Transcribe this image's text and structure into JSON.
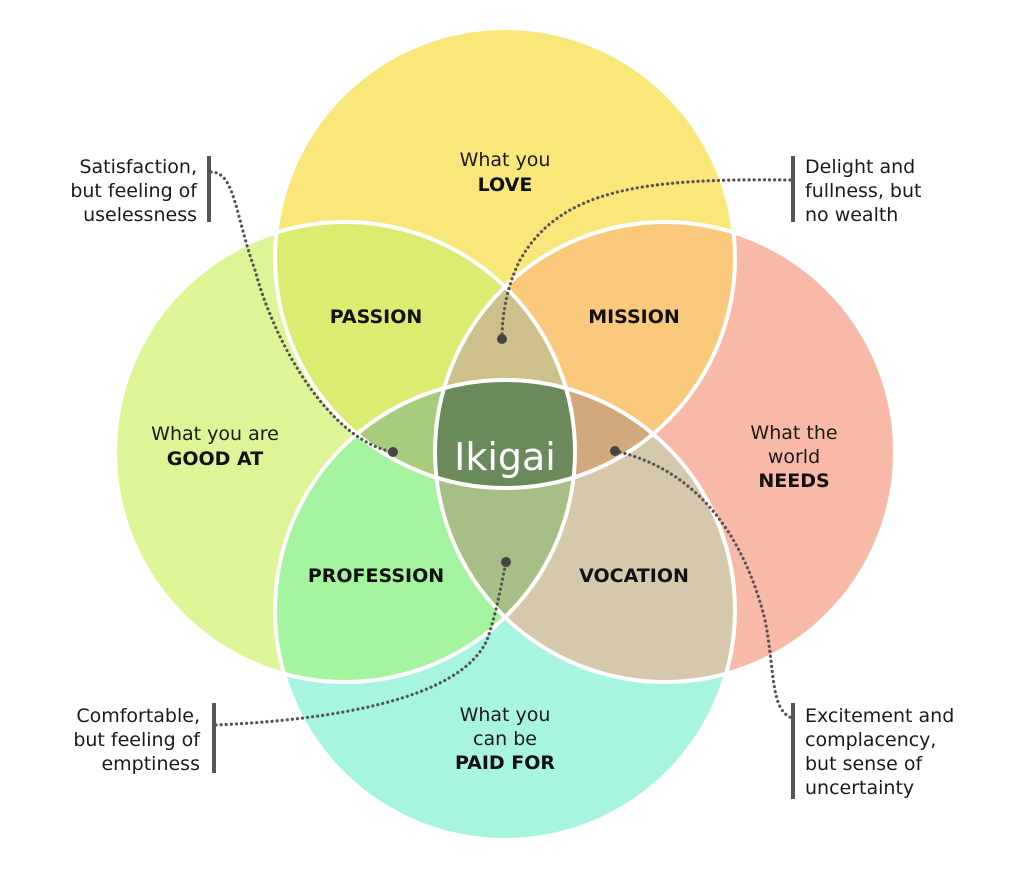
{
  "circles": {
    "love": {
      "line1": "What you",
      "line2": "LOVE",
      "color": "#f9e879"
    },
    "good_at": {
      "line1": "What you are",
      "line2": "GOOD AT",
      "color": "#ddf597"
    },
    "needs": {
      "line1": "What the",
      "line2": "world",
      "line3": "NEEDS",
      "color": "#f8b9a8"
    },
    "paid_for": {
      "line1": "What you",
      "line2": "can be",
      "line3": "PAID FOR",
      "color": "#a7f5e0"
    }
  },
  "overlaps": {
    "passion": {
      "label": "PASSION",
      "color": "#dcec70"
    },
    "mission": {
      "label": "MISSION",
      "color": "#fac97c"
    },
    "profession": {
      "label": "PROFESSION",
      "color": "#a4f39e"
    },
    "vocation": {
      "label": "VOCATION",
      "color": "#d6c8ad"
    }
  },
  "center": {
    "label": "Ikigai",
    "color": "#6a8a5c"
  },
  "annotations": {
    "top_left": {
      "line1": "Satisfaction,",
      "line2": "but feeling of",
      "line3": "uselessness"
    },
    "top_right": {
      "line1": "Delight and",
      "line2": "fullness, but",
      "line3": "no wealth"
    },
    "bottom_left": {
      "line1": "Comfortable,",
      "line2": "but feeling of",
      "line3": "emptiness"
    },
    "bottom_right": {
      "line1": "Excitement and",
      "line2": "complacency,",
      "line3": "but sense of",
      "line4": "uncertainty"
    }
  }
}
